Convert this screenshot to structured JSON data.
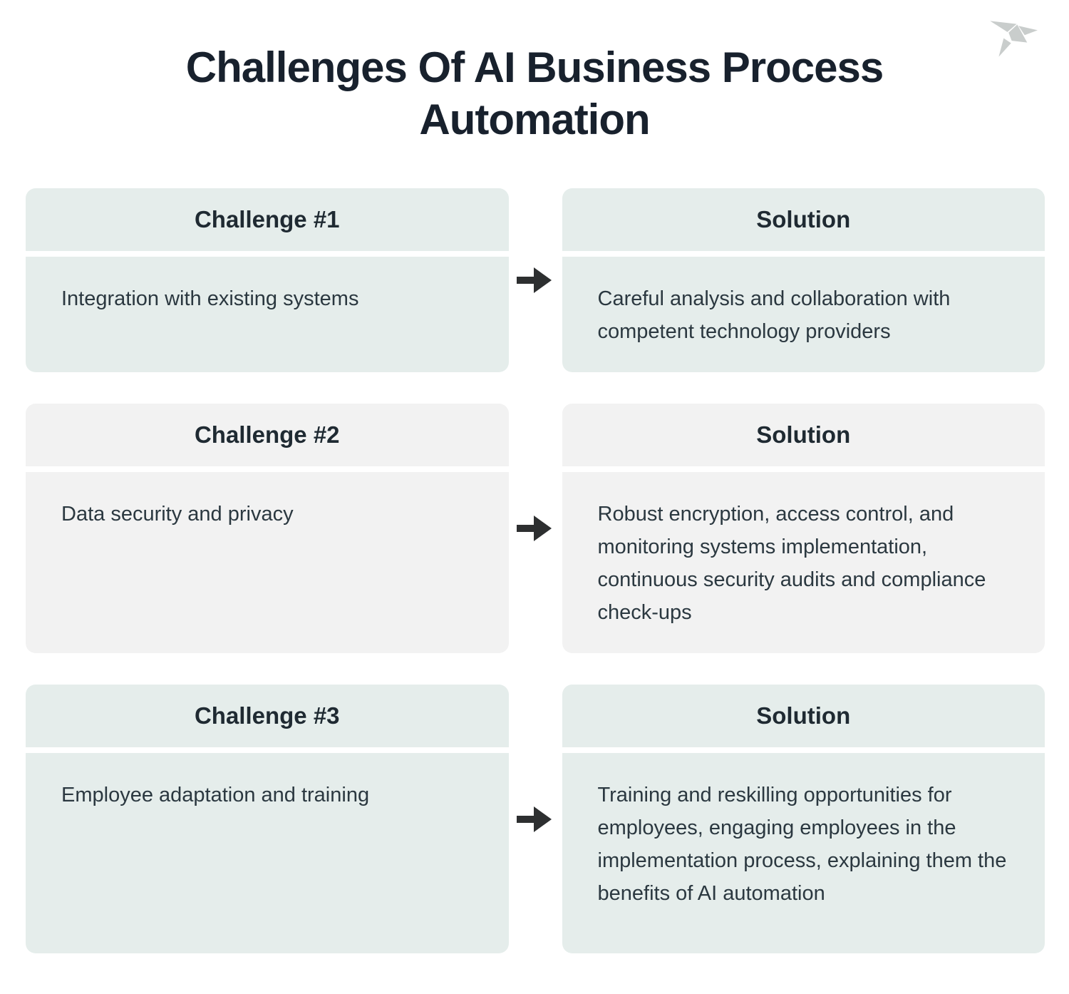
{
  "title": {
    "line1": "Challenges Of AI Business Process",
    "line2": "Automation"
  },
  "logo": {
    "icon": "origami-bird-logo",
    "color": "#c9cdcc"
  },
  "colors": {
    "background": "#ffffff",
    "card_green": "#e5edeb",
    "card_gray": "#f2f2f2",
    "title_text": "#18212d",
    "header_text": "#1f2a32",
    "body_text": "#2b3840",
    "arrow": "#2d2f30"
  },
  "rows": [
    {
      "challenge_label": "Challenge #1",
      "challenge_text": "Integration with existing systems",
      "solution_label": "Solution",
      "solution_text": "Careful analysis and collaboration with competent technology providers",
      "theme": "green"
    },
    {
      "challenge_label": "Challenge #2",
      "challenge_text": "Data security and privacy",
      "solution_label": "Solution",
      "solution_text": "Robust encryption, access control, and monitoring systems implementation, continuous security audits and compliance check-ups",
      "theme": "gray"
    },
    {
      "challenge_label": "Challenge #3",
      "challenge_text": "Employee adaptation and training",
      "solution_label": "Solution",
      "solution_text": "Training and reskilling opportunities for employees,  engaging employees in the implementation process, explaining them the benefits of AI automation",
      "theme": "green"
    }
  ]
}
